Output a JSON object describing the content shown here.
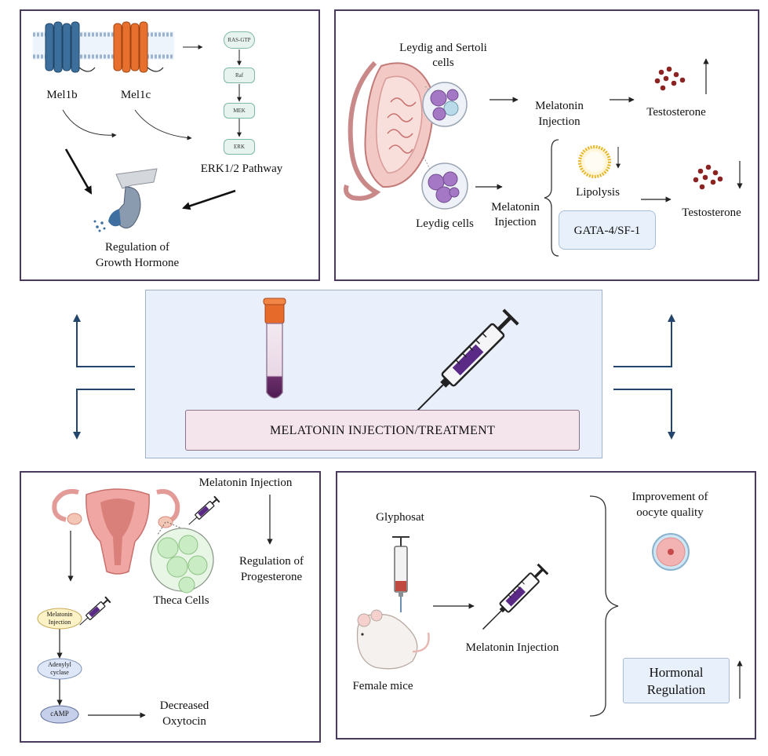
{
  "panels": {
    "top_left": {
      "receptor_1": "Mel1b",
      "receptor_2": "Mel1c",
      "cascade": [
        "RAS-GTP",
        "Raf",
        "MEK",
        "ERK"
      ],
      "pathway_label": "ERK1/2 Pathway",
      "outcome_line1": "Regulation of",
      "outcome_line2": "Growth Hormone"
    },
    "top_right": {
      "cells_1_line1": "Leydig and Sertoli",
      "cells_1_line2": "cells",
      "injection_1_line1": "Melatonin",
      "injection_1_line2": "Injection",
      "hormone_1": "Testosterone",
      "cells_2": "Leydig cells",
      "injection_2_line1": "Melatonin",
      "injection_2_line2": "Injection",
      "lipolysis": "Lipolysis",
      "factor": "GATA-4/SF-1",
      "hormone_2": "Testosterone"
    },
    "center": {
      "title": "MELATONIN INJECTION/TREATMENT"
    },
    "bottom_left": {
      "injection": "Melatonin Injection",
      "outcome_line1": "Regulation of",
      "outcome_line2": "Progesterone",
      "cells": "Theca Cells",
      "step_1_line1": "Melatonin",
      "step_1_line2": "Injection",
      "step_2_line1": "Adenylyl",
      "step_2_line2": "cyclase",
      "step_3": "cAMP",
      "result_line1": "Decreased",
      "result_line2": "Oxytocin"
    },
    "bottom_right": {
      "toxin": "Glyphosat",
      "subject": "Female mice",
      "injection": "Melatonin Injection",
      "outcome_1_line1": "Improvement of",
      "outcome_1_line2": "oocyte quality",
      "outcome_2_line1": "Hormonal",
      "outcome_2_line2": "Regulation"
    }
  },
  "colors": {
    "panel_border": "#4a3a5e",
    "center_bg": "#e9f0fb",
    "title_bg": "#f4e4ec",
    "arrow_blue": "#24466e",
    "syringe_purple": "#5a2a86",
    "testosterone_dot": "#8b2323"
  }
}
